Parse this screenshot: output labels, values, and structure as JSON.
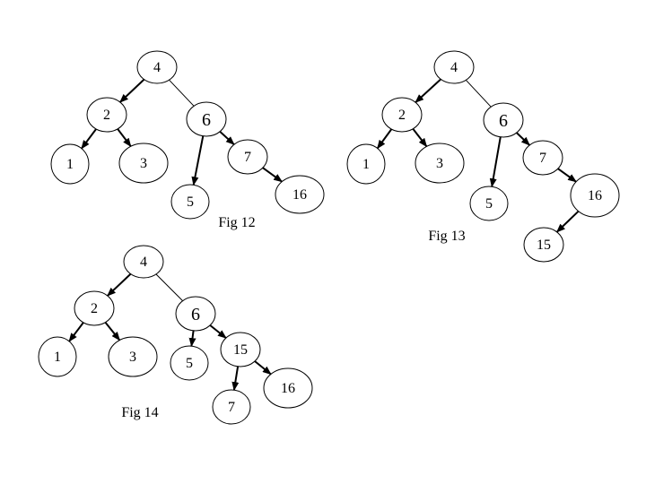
{
  "figures": [
    {
      "id": "fig12",
      "caption": "Fig 12",
      "nodes": [
        {
          "id": "n4",
          "label": "4"
        },
        {
          "id": "n2",
          "label": "2"
        },
        {
          "id": "n6",
          "label": "6"
        },
        {
          "id": "n1",
          "label": "1"
        },
        {
          "id": "n3",
          "label": "3"
        },
        {
          "id": "n7",
          "label": "7"
        },
        {
          "id": "n5",
          "label": "5"
        },
        {
          "id": "n16",
          "label": "16"
        }
      ],
      "edges": [
        {
          "from": "n4",
          "to": "n2",
          "arrow": true
        },
        {
          "from": "n4",
          "to": "n6",
          "arrow": false
        },
        {
          "from": "n2",
          "to": "n1",
          "arrow": true
        },
        {
          "from": "n2",
          "to": "n3",
          "arrow": true
        },
        {
          "from": "n6",
          "to": "n5",
          "arrow": true
        },
        {
          "from": "n6",
          "to": "n7",
          "arrow": true
        },
        {
          "from": "n7",
          "to": "n16",
          "arrow": true
        }
      ]
    },
    {
      "id": "fig13",
      "caption": "Fig 13",
      "nodes": [
        {
          "id": "n4",
          "label": "4"
        },
        {
          "id": "n2",
          "label": "2"
        },
        {
          "id": "n6",
          "label": "6"
        },
        {
          "id": "n1",
          "label": "1"
        },
        {
          "id": "n3",
          "label": "3"
        },
        {
          "id": "n7",
          "label": "7"
        },
        {
          "id": "n5",
          "label": "5"
        },
        {
          "id": "n16",
          "label": "16"
        },
        {
          "id": "n15",
          "label": "15"
        }
      ],
      "edges": [
        {
          "from": "n4",
          "to": "n2",
          "arrow": true
        },
        {
          "from": "n4",
          "to": "n6",
          "arrow": false
        },
        {
          "from": "n2",
          "to": "n1",
          "arrow": true
        },
        {
          "from": "n2",
          "to": "n3",
          "arrow": true
        },
        {
          "from": "n6",
          "to": "n5",
          "arrow": true
        },
        {
          "from": "n6",
          "to": "n7",
          "arrow": true
        },
        {
          "from": "n7",
          "to": "n16",
          "arrow": true
        },
        {
          "from": "n16",
          "to": "n15",
          "arrow": true
        }
      ]
    },
    {
      "id": "fig14",
      "caption": "Fig 14",
      "nodes": [
        {
          "id": "n4",
          "label": "4"
        },
        {
          "id": "n2",
          "label": "2"
        },
        {
          "id": "n6",
          "label": "6"
        },
        {
          "id": "n1",
          "label": "1"
        },
        {
          "id": "n3",
          "label": "3"
        },
        {
          "id": "n5",
          "label": "5"
        },
        {
          "id": "n15",
          "label": "15"
        },
        {
          "id": "n7",
          "label": "7"
        },
        {
          "id": "n16",
          "label": "16"
        }
      ],
      "edges": [
        {
          "from": "n4",
          "to": "n2",
          "arrow": true
        },
        {
          "from": "n4",
          "to": "n6",
          "arrow": false
        },
        {
          "from": "n2",
          "to": "n1",
          "arrow": true
        },
        {
          "from": "n2",
          "to": "n3",
          "arrow": true
        },
        {
          "from": "n6",
          "to": "n5",
          "arrow": true
        },
        {
          "from": "n6",
          "to": "n15",
          "arrow": true
        },
        {
          "from": "n15",
          "to": "n7",
          "arrow": true
        },
        {
          "from": "n15",
          "to": "n16",
          "arrow": true
        }
      ]
    }
  ]
}
